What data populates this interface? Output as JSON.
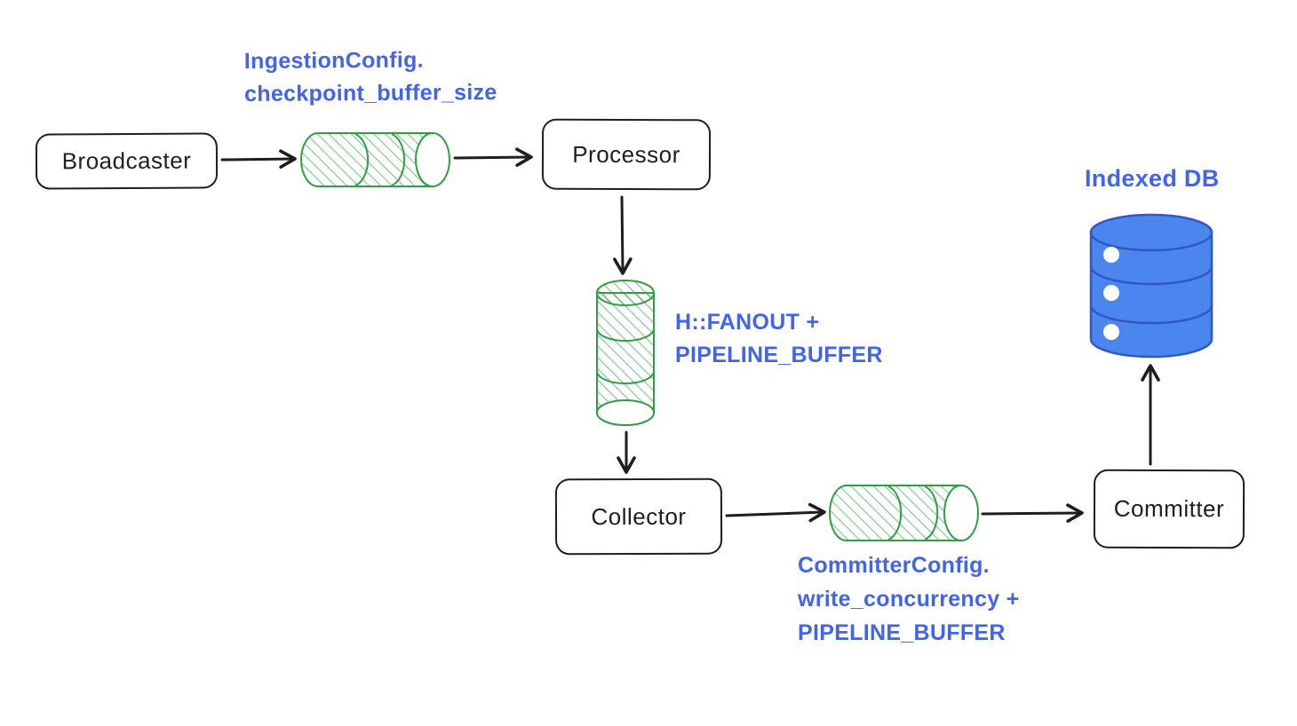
{
  "diagram": {
    "title": "pipeline-buffer-flow-diagram",
    "colors": {
      "ink": "#1e1e1e",
      "green_stroke": "#2f9e44",
      "green_hatch": "#2f9e44",
      "blue_text": "#4263eb",
      "db_fill": "#4a86ee",
      "db_stroke": "#3056c8",
      "white": "#ffffff"
    },
    "nodes": {
      "broadcaster": {
        "label": "Broadcaster"
      },
      "processor": {
        "label": "Processor"
      },
      "collector": {
        "label": "Collector"
      },
      "committer": {
        "label": "Committer"
      }
    },
    "annotations": {
      "ingestion": {
        "line1": "IngestionConfig.",
        "line2": "checkpoint_buffer_size"
      },
      "fanout": {
        "line1": "H::FANOUT +",
        "line2": "PIPELINE_BUFFER"
      },
      "committer_cfg": {
        "line1": "CommitterConfig.",
        "line2": "write_concurrency +",
        "line3": "PIPELINE_BUFFER"
      },
      "indexed_db": {
        "label": "Indexed DB"
      }
    },
    "shapes": {
      "buffer_cylinders": [
        "ingestion-buffer",
        "pipeline-buffer-vertical",
        "committer-buffer"
      ],
      "database": "indexed-db-cylinder"
    }
  }
}
